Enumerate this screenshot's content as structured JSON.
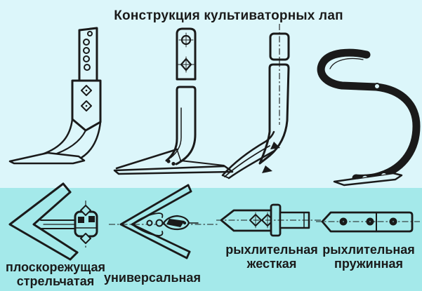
{
  "title": "Конструкция культиваторных лап",
  "colors": {
    "background_top": "#dcf6fa",
    "background_bottom": "#a4e9ea",
    "ink": "#1a1a1a"
  },
  "figures": [
    {
      "name": "плоскорежущая стрельчатая",
      "label_lines": [
        "плоскорежущая",
        "стрельчатая"
      ]
    },
    {
      "name": "универсальная",
      "label_lines": [
        "универсальная"
      ]
    },
    {
      "name": "рыхлительная жесткая",
      "label_lines": [
        "рыхлительная",
        "жесткая"
      ]
    },
    {
      "name": "рыхлительная пружинная",
      "label_lines": [
        "рыхлительная",
        "пружинная"
      ]
    }
  ]
}
